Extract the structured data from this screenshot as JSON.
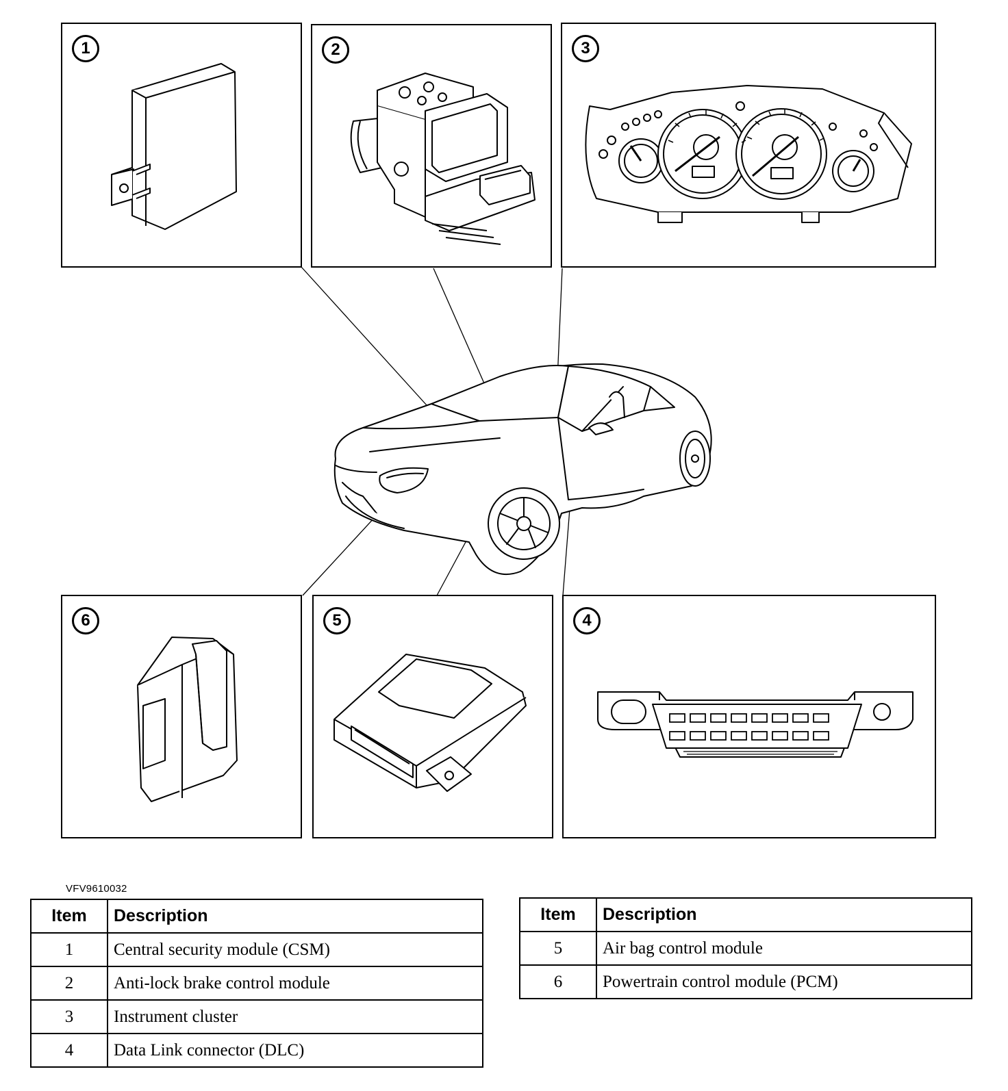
{
  "panels": [
    {
      "number": "1",
      "part": "csm"
    },
    {
      "number": "2",
      "part": "abs"
    },
    {
      "number": "3",
      "part": "cluster"
    },
    {
      "number": "6",
      "part": "pcm"
    },
    {
      "number": "5",
      "part": "airbag"
    },
    {
      "number": "4",
      "part": "dlc"
    }
  ],
  "figure_code": "VFV9610032",
  "tables": [
    {
      "headers": [
        "Item",
        "Description"
      ],
      "rows": [
        [
          "1",
          "Central security module (CSM)"
        ],
        [
          "2",
          "Anti-lock brake control module"
        ],
        [
          "3",
          "Instrument cluster"
        ],
        [
          "4",
          "Data Link connector (DLC)"
        ]
      ]
    },
    {
      "headers": [
        "Item",
        "Description"
      ],
      "rows": [
        [
          "5",
          "Air bag control module"
        ],
        [
          "6",
          "Powertrain control module (PCM)"
        ]
      ]
    }
  ],
  "colors": {
    "ink": "#000000",
    "paper": "#ffffff"
  }
}
